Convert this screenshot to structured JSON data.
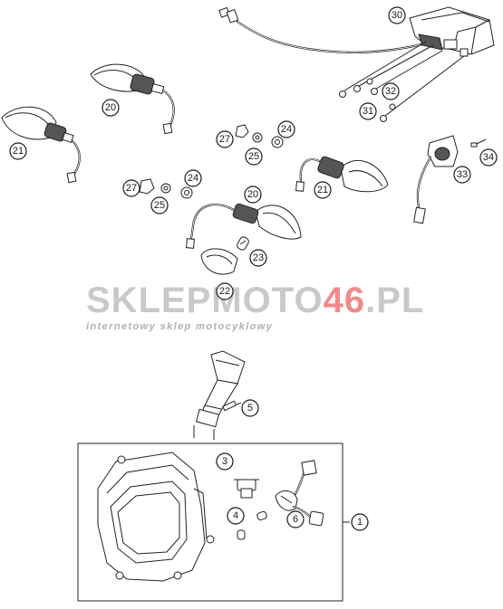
{
  "watermark": {
    "brand_part1": "SKLEPMOTO",
    "brand_part2": "46",
    "brand_part3": ".PL",
    "tagline": "internetowy sklep motocyklowy",
    "colors": {
      "grey": "#c9c9c9",
      "red": "#f08a8a",
      "tagline": "#b0b0b0"
    }
  },
  "callouts": [
    {
      "id": "c30",
      "label": "30"
    },
    {
      "id": "c32",
      "label": "32"
    },
    {
      "id": "c31",
      "label": "31"
    },
    {
      "id": "c20a",
      "label": "20"
    },
    {
      "id": "c21a",
      "label": "21"
    },
    {
      "id": "c27a",
      "label": "27"
    },
    {
      "id": "c24a",
      "label": "24"
    },
    {
      "id": "c25a",
      "label": "25"
    },
    {
      "id": "c33",
      "label": "33"
    },
    {
      "id": "c34",
      "label": "34"
    },
    {
      "id": "c27b",
      "label": "27"
    },
    {
      "id": "c24b",
      "label": "24"
    },
    {
      "id": "c25b",
      "label": "25"
    },
    {
      "id": "c20b",
      "label": "20"
    },
    {
      "id": "c21b",
      "label": "21"
    },
    {
      "id": "c23",
      "label": "23"
    },
    {
      "id": "c22",
      "label": "22"
    },
    {
      "id": "c5",
      "label": "5"
    },
    {
      "id": "c3",
      "label": "3"
    },
    {
      "id": "c4",
      "label": "4"
    },
    {
      "id": "c6",
      "label": "6"
    },
    {
      "id": "c1",
      "label": "1"
    }
  ]
}
